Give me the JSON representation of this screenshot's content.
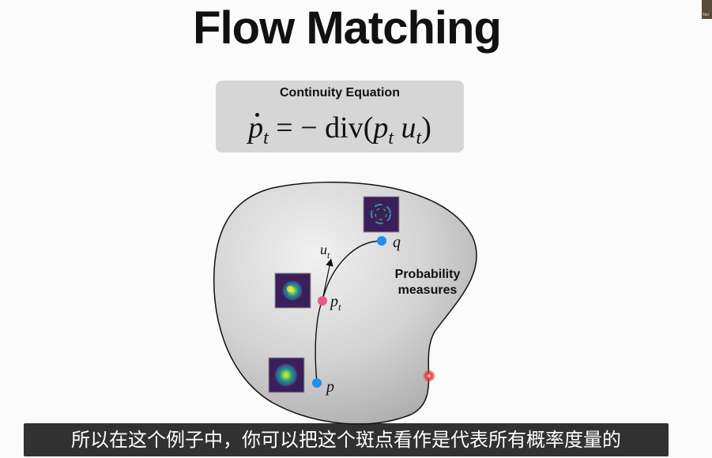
{
  "slide": {
    "title": "Flow Matching",
    "equation_label": "Continuity Equation",
    "equation": {
      "lhs_var": "p",
      "lhs_sub": "t",
      "operator": "= − div(",
      "var1": "p",
      "sub1": "t",
      "var2": "u",
      "sub2": "t",
      "close": ")"
    },
    "diagram": {
      "region_label_line1": "Probability",
      "region_label_line2": "measures",
      "point_p": {
        "var": "p"
      },
      "point_pt": {
        "var": "p",
        "sub": "t"
      },
      "point_q": {
        "var": "q"
      },
      "vector_label": {
        "var": "u",
        "sub": "t"
      },
      "colors": {
        "endpoint_blue": "#1e8ff0",
        "current_pink": "#e9588a",
        "region_fill_light": "#f1f1f1",
        "region_fill_dark": "#a9a9a9",
        "heatmap_bg": "#3b1f5a",
        "cursor_red": "#e02020"
      }
    }
  },
  "subtitle": "所以在这个例子中，你可以把这个斑点看作是代表所有概率度量的",
  "webcam": {
    "label": "Yan"
  }
}
